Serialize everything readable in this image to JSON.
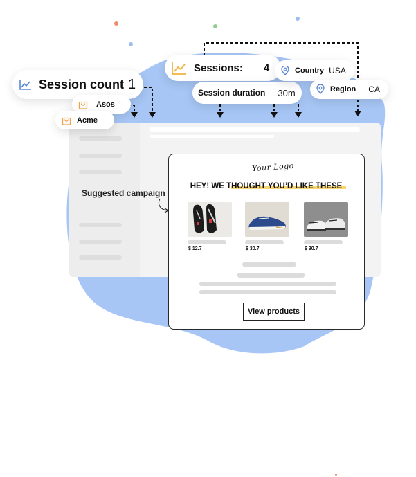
{
  "metrics": {
    "session_count": {
      "label": "Session count",
      "value": "1"
    },
    "sessions": {
      "label": "Sessions:",
      "value": "4"
    },
    "session_duration": {
      "label": "Session duration",
      "value": "30m"
    },
    "country": {
      "label": "Country",
      "value": "USA"
    },
    "region": {
      "label": "Region",
      "value": "CA"
    }
  },
  "stores": [
    {
      "label": "Asos"
    },
    {
      "label": "Acme"
    }
  ],
  "annotation": "Suggested campaign",
  "email": {
    "logo": "Your Logo",
    "headline": "HEY! WE THOUGHT YOU’D LIKE THESE",
    "products": [
      {
        "price": "$ 12.7",
        "icon": "sneaker-pair-black-icon"
      },
      {
        "price": "$ 30.7",
        "icon": "navy-canvas-shoe-icon"
      },
      {
        "price": "$ 30.7",
        "icon": "white-sneaker-pair-icon"
      }
    ],
    "cta": "View products"
  },
  "colors": {
    "blob": "#a7c6f5",
    "metric_icon": "#f2b33d",
    "location_icon": "#5b86d6",
    "store_icon": "#f0a24a",
    "highlight": "#f7d774"
  }
}
